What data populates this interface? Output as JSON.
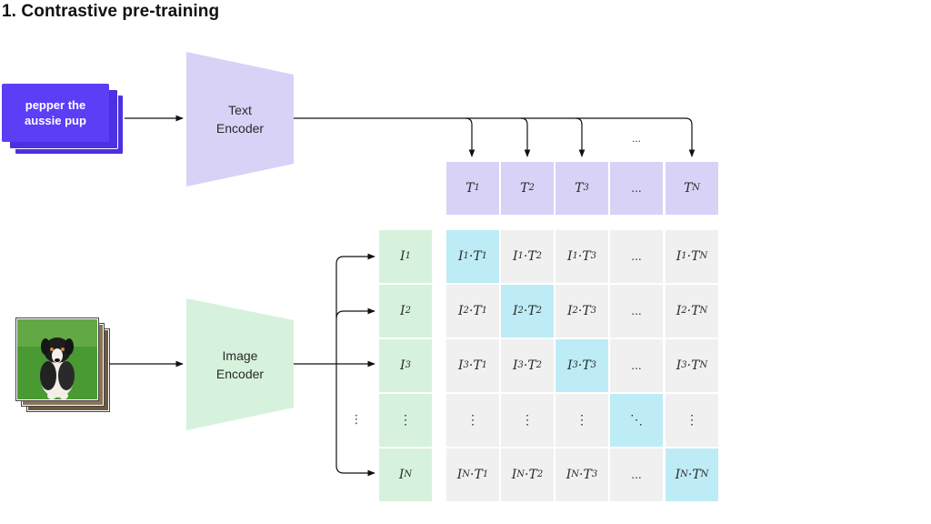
{
  "title": "1. Contrastive pre-training",
  "text_input": "pepper the\naussie pup",
  "text_encoder_label": "Text\nEncoder",
  "image_encoder_label": "Image\nEncoder",
  "ellipsis": "...",
  "vdots": "⋮",
  "ddots": "⋱",
  "text_embeddings": [
    {
      "base": "T",
      "sub": "1"
    },
    {
      "base": "T",
      "sub": "2"
    },
    {
      "base": "T",
      "sub": "3"
    },
    {
      "base": "...",
      "sub": ""
    },
    {
      "base": "T",
      "sub": "N"
    }
  ],
  "image_embeddings": [
    {
      "base": "I",
      "sub": "1"
    },
    {
      "base": "I",
      "sub": "2"
    },
    {
      "base": "I",
      "sub": "3"
    },
    {
      "base": "⋮",
      "sub": ""
    },
    {
      "base": "I",
      "sub": "N"
    }
  ],
  "colors": {
    "text_card": "#5b3ef5",
    "text_encoder": "#d8d2f7",
    "image_encoder": "#d6f2dc",
    "diagonal_cell": "#bdecf6",
    "grid_cell": "#f0f0f0",
    "photo_grass": "#3f8a2c"
  },
  "icons": {
    "input_image": "dog-photo-icon"
  }
}
